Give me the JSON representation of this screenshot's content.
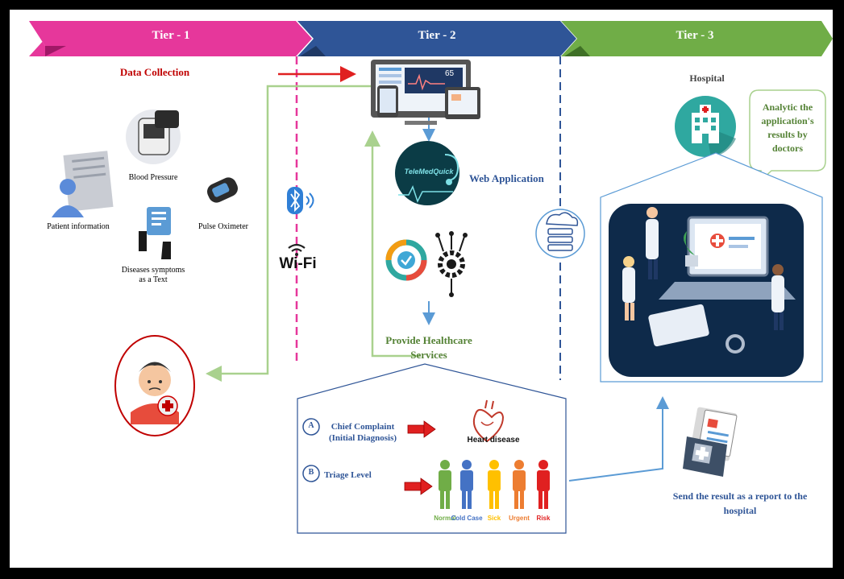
{
  "tiers": {
    "tier1": "Tier - 1",
    "tier2": "Tier - 2",
    "tier3": "Tier - 3"
  },
  "tier1": {
    "data_collection": "Data Collection",
    "patient_information": "Patient information",
    "blood_pressure": "Blood Pressure",
    "pulse_oximeter": "Pulse Oximeter",
    "diseases_symptoms": "Diseases symptoms as a Text",
    "wifi": "Wi-Fi"
  },
  "tier2": {
    "monitor_value": "65",
    "web_application": "Web Application",
    "telemed_logo": "TeleMedQuick",
    "provide_services_line1": "Provide Healthcare",
    "provide_services_line2": "Services",
    "option_a_letter": "A",
    "option_a_line1": "Chief Complaint",
    "option_a_line2": "(Initial Diagnosis)",
    "heart_disease": "Heart disease",
    "option_b_letter": "B",
    "option_b_label": "Triage Level",
    "triage_levels": [
      "Normal",
      "Cold Case",
      "Sick",
      "Urgent",
      "Risk"
    ]
  },
  "tier3": {
    "hospital": "Hospital",
    "bubble_line1": "Analytic the",
    "bubble_line2": "application's",
    "bubble_line3": "results by",
    "bubble_line4": "doctors",
    "send_line1": "Send the result as a report to the",
    "send_line2": "hospital"
  },
  "colors": {
    "tier1": "#e6379b",
    "tier2": "#2f5597",
    "tier3": "#70ad47",
    "data_collection": "#c00000",
    "green_text": "#548235",
    "blue_text": "#2f5597",
    "triage": [
      "#70ad47",
      "#4472c4",
      "#ffc000",
      "#ed7d31",
      "#e02020"
    ]
  }
}
